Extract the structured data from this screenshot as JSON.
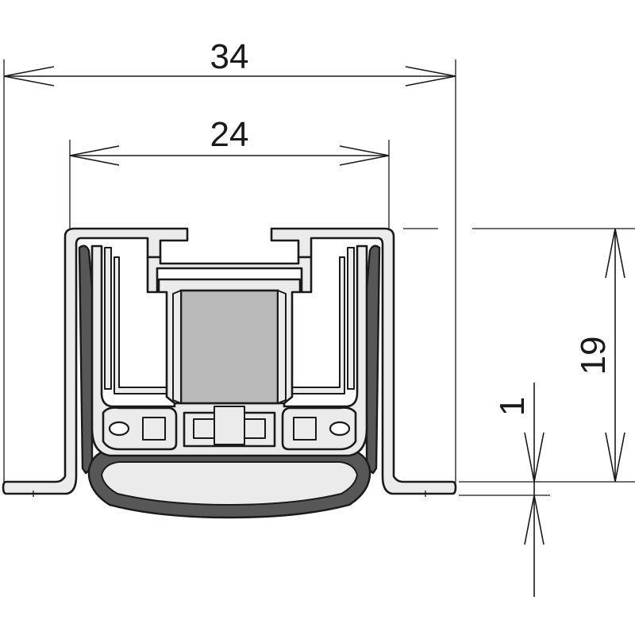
{
  "drawing": {
    "dimensions": {
      "overall_width": "34",
      "inner_width": "24",
      "height": "19",
      "lip": "1"
    },
    "colors": {
      "line": "#1a1a1a",
      "aluminium": "#ebebeb",
      "seal": "#575757",
      "magnet_core": "#b9b9b9",
      "background": "#ffffff"
    }
  }
}
